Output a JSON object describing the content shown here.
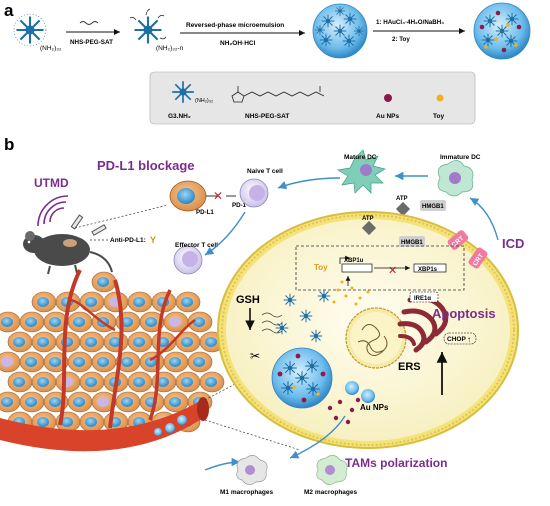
{
  "panel_a": {
    "label": "a",
    "step1": "NHS-PEG-SAT",
    "step2_top": "Reversed-phase microemulsion",
    "step2_bottom": "NH₂OH·HCl",
    "step3_top": "1: HAuCl₄·4H₂O/NaBH₄",
    "step3_bottom": "2: Toy",
    "dendrimer_sub_1": "(NH₂)₃₂",
    "dendrimer_sub_2": "(NH₂)₃₂-n",
    "legend": {
      "g3": "G3.NH₂",
      "g3_sub": "(NH₂)₃₂",
      "peg": "NHS-PEG-SAT",
      "au": "Au NPs",
      "toy": "Toy"
    }
  },
  "panel_b": {
    "label": "b",
    "utmd": "UTMD",
    "pdl1_blockage": "PD-L1 blockage",
    "naive_t": "Naive T  cell",
    "mature_dc": "Mature DC",
    "immature_dc": "Immature DC",
    "pd_l1": "PD-L1",
    "pd_1": "PD-1",
    "anti_pdl1": "Anti-PD-L1:",
    "effector_t": "Effector T cell",
    "atp_top": "ATP",
    "hmgb1_top": "HMGB1",
    "atp_inner": "ATP",
    "hmgb1_inner": "HMGB1",
    "crt_1": "CRT",
    "crt_2": "CRT",
    "icd": "ICD",
    "toy": "Toy",
    "xbp1u": "XBP1u",
    "xbp1s": "XBP1s",
    "ire1a": "IRE1α",
    "gsh": "GSH",
    "apoptosis": "Apoptosis",
    "chop": "CHOP",
    "ers": "ERS",
    "au_nps": "Au NPs",
    "tams": "TAMs polarization",
    "m1": "M1 macrophages",
    "m2": "M2 macrophages"
  },
  "colors": {
    "dendrimer": "#1d6fa5",
    "nanogel": "#5fb4e8",
    "au": "#8a1a4a",
    "toy": "#f2b21c",
    "title_purple": "#7b2d8e",
    "arrow_blue": "#3f8fc8",
    "vessel": "#d8432a",
    "membrane": "#f4e27a",
    "cytoplasm": "#fdf9df",
    "er": "#8c2a35"
  }
}
